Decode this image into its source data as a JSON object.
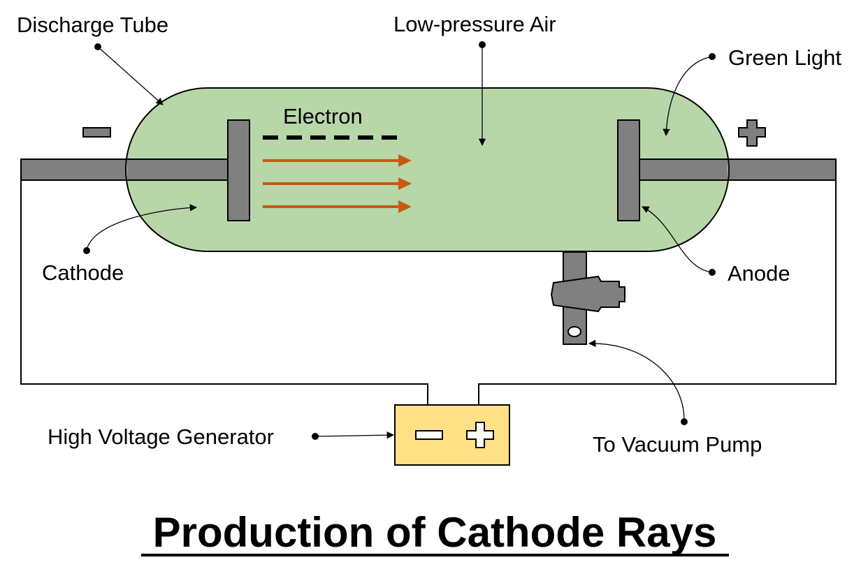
{
  "labels": {
    "discharge_tube": "Discharge Tube",
    "low_pressure_air": "Low-pressure Air",
    "green_light": "Green Light",
    "electron": "Electron",
    "cathode": "Cathode",
    "anode": "Anode",
    "high_voltage_generator": "High Voltage Generator",
    "to_vacuum_pump": "To Vacuum Pump"
  },
  "title": "Production of Cathode Rays",
  "colors": {
    "tube_fill": "#b7d7a8",
    "electrode": "#808080",
    "ray_arrow": "#c55a11",
    "generator_fill": "#ffe085",
    "stroke": "#000000"
  },
  "icons": {
    "cathode_sign": "minus-sign",
    "anode_sign": "plus-sign"
  }
}
